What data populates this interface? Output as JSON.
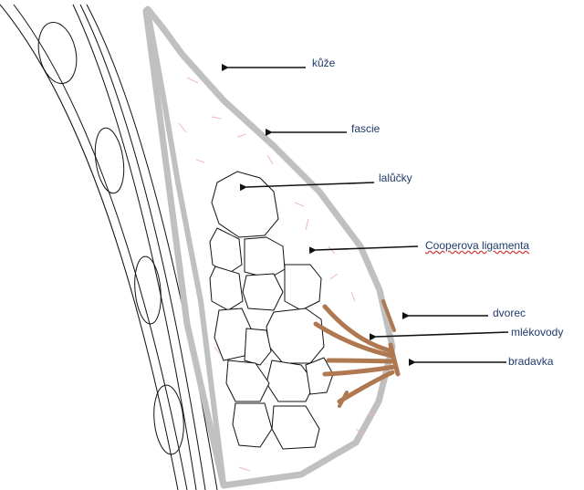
{
  "labels": {
    "skin": "kůže",
    "fascia": "fascie",
    "lobules": "lalůčky",
    "cooper": "Cooperova ligamenta",
    "areola": "dvorec",
    "ducts": "mlékovody",
    "nipple": "bradavka"
  },
  "colors": {
    "outline": "#c0c0c0",
    "stroke": "#111111",
    "ducts": "#b07850",
    "fibers": "#f2b8b8",
    "text": "#1f3a6b",
    "spellcheck": "#d23a3a"
  }
}
